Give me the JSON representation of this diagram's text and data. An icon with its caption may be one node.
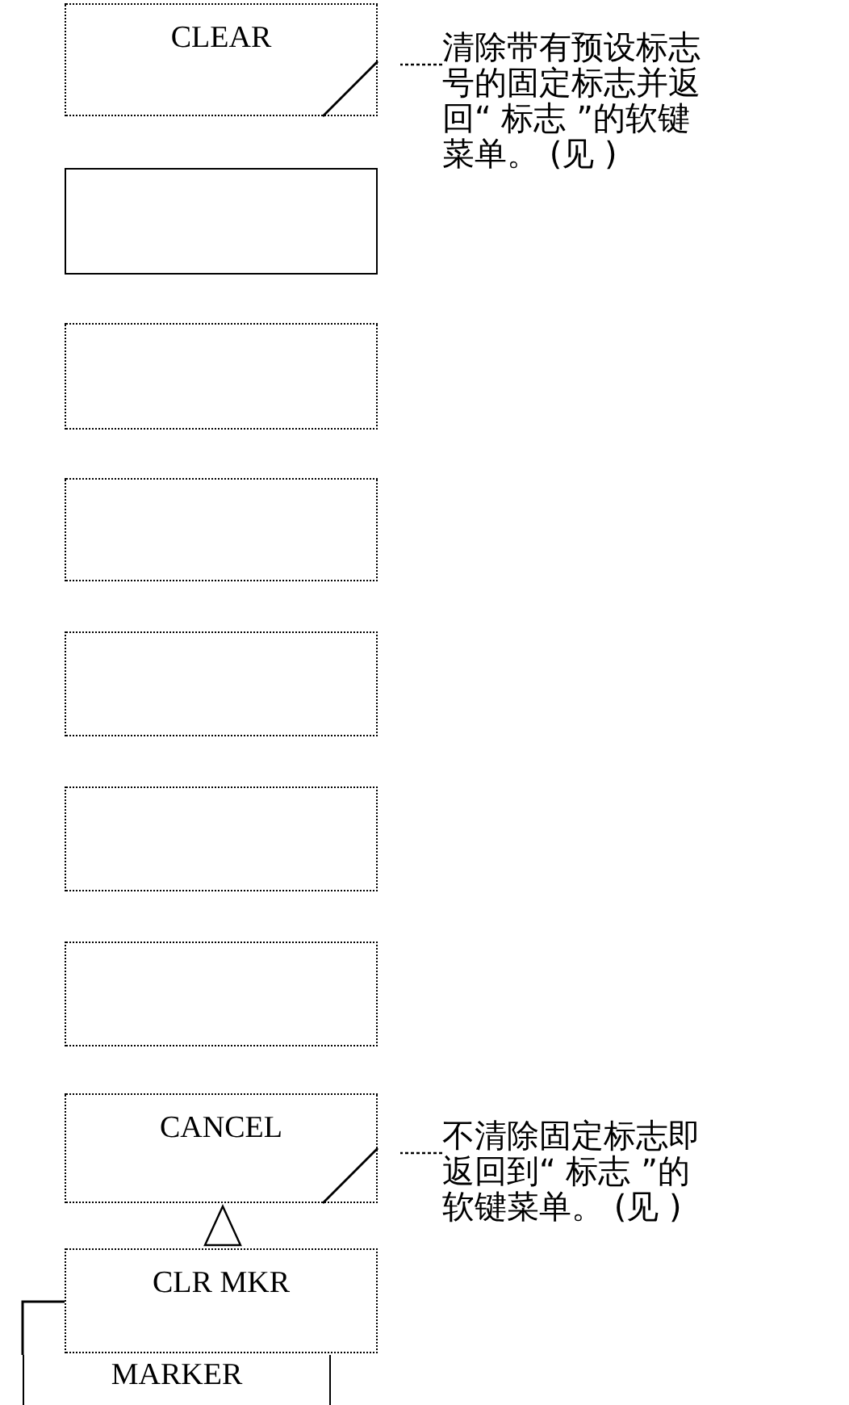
{
  "diagram": {
    "nodes": [
      {
        "text": [
          "CLEAR"
        ]
      },
      {
        "text": [],
        "shape": "box"
      },
      {
        "text": [],
        "shape": "box"
      },
      {
        "text": [],
        "shape": "box"
      },
      {
        "text": [],
        "shape": "box"
      },
      {
        "text": [],
        "shape": "box"
      },
      {
        "text": [],
        "shape": "box"
      },
      {
        "text": [
          "CANCEL"
        ]
      },
      {
        "text": [
          "CLR MKR"
        ]
      },
      {
        "text": [
          "MARKER"
        ]
      },
      {
        "text": [
          "清除带有预设标志号的固定标志并返回“ 标志 ”的软键菜单。 (见 )"
        ]
      },
      {
        "text": [
          "不清除固定标志即返回到“ 标志 ”的软键菜单。 (见 )"
        ]
      }
    ],
    "edges": [
      {
        "from": 10,
        "to": 0,
        "arrow": "none",
        "style": "dashed"
      },
      {
        "from": 11,
        "to": 7,
        "arrow": "none",
        "style": "dashed"
      },
      {
        "from": 8,
        "to": 7,
        "arrow": "to"
      }
    ]
  }
}
